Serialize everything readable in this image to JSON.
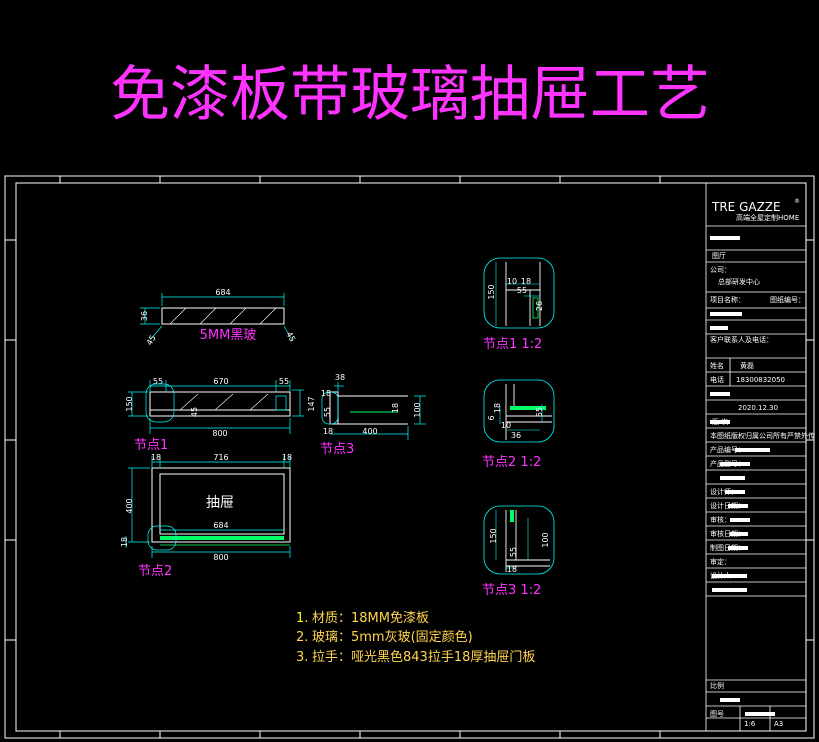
{
  "title": "免漆板带玻璃抽屉工艺",
  "colors": {
    "background": "#000000",
    "title": "#ff33ff",
    "magenta_label": "#ff33ff",
    "frame": "#ffffff",
    "dim_cyan": "#00ffff",
    "glass_green": "#00ff66",
    "notes": "#ffd54f",
    "note_number": "#ffff00"
  },
  "glass_label": "5MM黑玻",
  "drawer_label": "抽屉",
  "dims": {
    "g_684": "684",
    "g_36": "36",
    "g_45a": "45",
    "g_45b": "45",
    "s_55a": "55",
    "s_670": "670",
    "s_55b": "55",
    "s_150": "150",
    "s_45": "45",
    "s_147": "147",
    "s_800": "800",
    "sd_38": "38",
    "sd_18a": "18",
    "sd_55": "55",
    "sd_18b": "18",
    "sd_18c": "18",
    "sd_400": "400",
    "sd_100": "100",
    "f_18a": "18",
    "f_716": "716",
    "f_18b": "18",
    "f_400": "400",
    "f_18c": "18",
    "f_684": "684",
    "f_800": "800"
  },
  "nodes": {
    "n1_label": "节点1",
    "n2_label": "节点2",
    "n3_label": "节点3",
    "d1": {
      "label": "节点1 1:2",
      "v150": "150",
      "v10": "10",
      "v18": "18",
      "v55": "55",
      "v26": "26"
    },
    "d2": {
      "label": "节点2 1:2",
      "v6": "6",
      "v18": "18",
      "v10": "10",
      "v36": "36",
      "v55": "55"
    },
    "d3": {
      "label": "节点3 1:2",
      "v150": "150",
      "v100": "100",
      "v55": "55",
      "v18": "18"
    }
  },
  "notes": [
    {
      "num": "1.",
      "text": "材质：18MM免漆板"
    },
    {
      "num": "2.",
      "text": "玻璃：5mm灰玻(固定颜色)"
    },
    {
      "num": "3.",
      "text": "拉手：哑光黑色843拉手18厚抽屉门板"
    }
  ],
  "title_block": {
    "logo": "TRE GAZZE",
    "logo_mark": "®",
    "logo_sub": "高端全屋定制HOME",
    "row_a": "图厅",
    "row_b": "公司：",
    "row_c": "总部研发中心",
    "row_d": "项目名称：",
    "row_e": "图纸编号：",
    "row_f": "客户联系人及电话：",
    "name_label": "姓名",
    "name_value": "黄磊",
    "phone_label": "电话",
    "phone_value": "18300832050",
    "date_value": "2020.12.30",
    "section_label": "版 次",
    "note_label": "本图纸版权归属公司所有严禁外传",
    "r1": "产品编号：",
    "r2": "产品型号：",
    "r3": "设计师：",
    "r4": "设计日期：",
    "r5": "审核：",
    "r6": "审核日期：",
    "r7": "制图日期：",
    "r8": "审定：",
    "r9": "设计人",
    "bottom1": "比例",
    "bottom2": "图号",
    "bottom3": "1:6",
    "bottom4": "A3"
  }
}
